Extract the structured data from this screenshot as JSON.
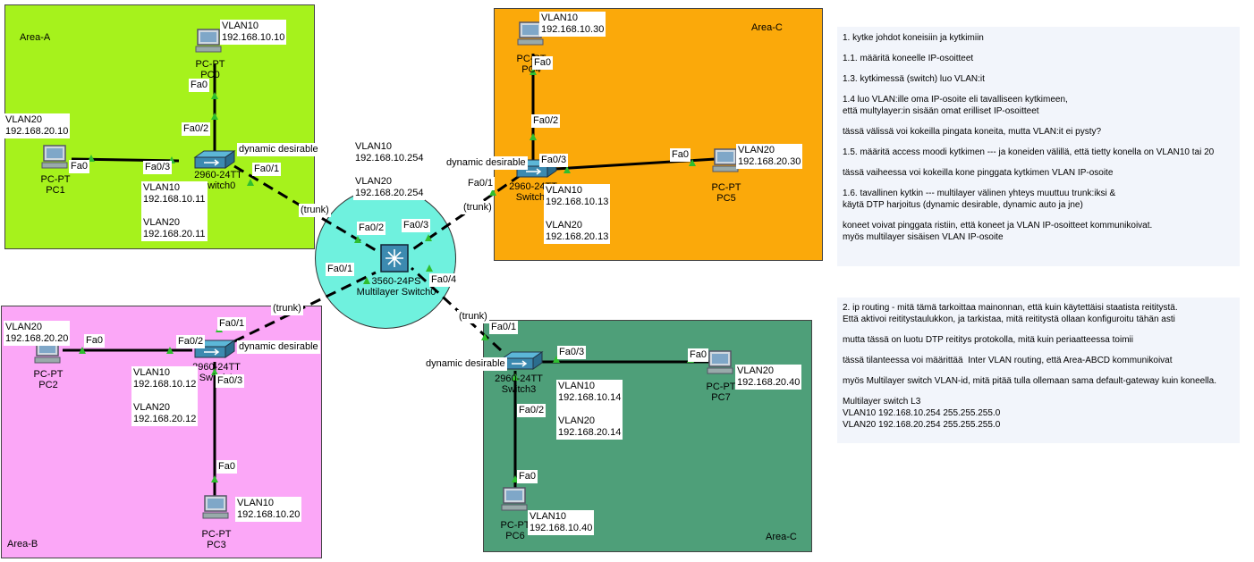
{
  "areas": {
    "a": "Area-A",
    "b": "Area-B",
    "c_top": "Area-C",
    "c_bottom": "Area-C"
  },
  "devices": {
    "pc0": {
      "model": "PC-PT",
      "name": "PC0",
      "vlan": "VLAN10",
      "ip": "192.168.10.10"
    },
    "pc1": {
      "model": "PC-PT",
      "name": "PC1",
      "vlan": "VLAN20",
      "ip": "192.168.20.10"
    },
    "pc2": {
      "model": "PC-PT",
      "name": "PC2",
      "vlan": "VLAN20",
      "ip": "192.168.20.20"
    },
    "pc3": {
      "model": "PC-PT",
      "name": "PC3",
      "vlan": "VLAN10",
      "ip": "192.168.10.20"
    },
    "pc4": {
      "model": "PC-PT",
      "name": "PC4",
      "vlan": "VLAN10",
      "ip": "192.168.10.30"
    },
    "pc5": {
      "model": "PC-PT",
      "name": "PC5",
      "vlan": "VLAN20",
      "ip": "192.168.20.30"
    },
    "pc6": {
      "model": "PC-PT",
      "name": "PC6",
      "vlan": "VLAN10",
      "ip": "192.168.10.40"
    },
    "pc7": {
      "model": "PC-PT",
      "name": "PC7",
      "vlan": "VLAN20",
      "ip": "192.168.20.40"
    },
    "switch0": {
      "model": "2960-24TT",
      "name": "Switch0",
      "vlan10": "VLAN10",
      "ip10": "192.168.10.11",
      "vlan20": "VLAN20",
      "ip20": "192.168.20.11"
    },
    "switch1": {
      "model": "2960-24TT",
      "name": "Switch1",
      "vlan10": "VLAN10",
      "ip10": "192.168.10.12",
      "vlan20": "VLAN20",
      "ip20": "192.168.20.12"
    },
    "switch2": {
      "model": "2960-24TT",
      "name": "Switch2",
      "vlan10": "VLAN10",
      "ip10": "192.168.10.13",
      "vlan20": "VLAN20",
      "ip20": "192.168.20.13"
    },
    "switch3": {
      "model": "2960-24TT",
      "name": "Switch3",
      "vlan10": "VLAN10",
      "ip10": "192.168.10.14",
      "vlan20": "VLAN20",
      "ip20": "192.168.20.14"
    },
    "mls": {
      "model": "3560-24PS",
      "name": "Multilayer Switch0",
      "vlan10": "VLAN10",
      "ip10": "192.168.10.254",
      "vlan20": "VLAN20",
      "ip20": "192.168.20.254"
    }
  },
  "ports": {
    "fa0": "Fa0",
    "fa0_1": "Fa0/1",
    "fa0_2": "Fa0/2",
    "fa0_3": "Fa0/3",
    "fa0_4": "Fa0/4"
  },
  "link_labels": {
    "trunk": "(trunk)",
    "dynamic_desirable": "dynamic desirable"
  },
  "notes1": [
    "1. kytke johdot koneisiin ja kytkimiin",
    "1.1. määritä koneelle IP-osoitteet",
    "1.3. kytkimessä (switch) luo VLAN:it",
    "1.4 luo VLAN:ille oma IP-osoite eli tavalliseen kytkimeen,\nettä multylayer:in sisään omat erilliset IP-osoitteet",
    "tässä välissä voi kokeilla pingata koneita, mutta VLAN:it ei pysty?",
    "1.5. määritä access moodi kytkimen --- ja koneiden välillä, että tietty konella on VLAN10 tai 20",
    "tässä vaiheessa voi kokeilla kone pinggata kytkimen VLAN IP-osoite",
    "1.6. tavallinen kytkin --- multilayer välinen yhteys muuttuu trunk:iksi &\nkäytä DTP harjoitus (dynamic desirable, dynamic auto ja jne)",
    "koneet voivat pinggata ristiin, että koneet ja VLAN IP-osoitteet kommunikoivat.\nmyös multilayer sisäisen VLAN IP-osoite"
  ],
  "notes2": [
    "2. ip routing - mitä tämä tarkoittaa mainonnan, että kuin käytettäisi staatista reititystä.\nEttä aktivoi reititystaulukkon, ja tarkistaa, mitä reititystä ollaan konfiguroitu tähän asti",
    "mutta tässä on luotu DTP reititys protokolla, mitä kuin periaatteessa toimii",
    "tässä tilanteessa voi määrittää  Inter VLAN routing, että Area-ABCD kommunikoivat",
    "myös Multilayer switch VLAN-id, mitä pitää tulla ollemaan sama default-gateway kuin koneella.",
    "Multilayer switch L3\nVLAN10 192.168.10.254 255.255.255.0\nVLAN20 192.168.20.254 255.255.255.0"
  ],
  "colors": {
    "area_a": "#a6f21c",
    "area_b": "#fba7f7",
    "area_c_top": "#fba90a",
    "area_c_bottom": "#4e9f79",
    "mls_circle": "#6ff1de",
    "link": "#000000",
    "port_up": "#2fbe2f"
  }
}
